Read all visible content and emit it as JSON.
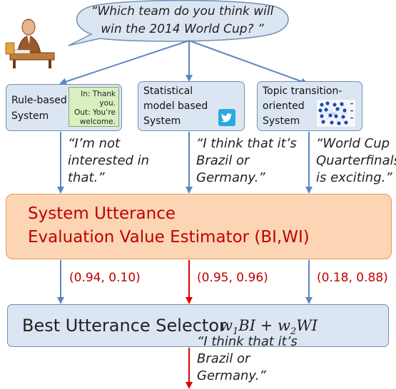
{
  "question": {
    "line1": "“Which team  do  you  think  will",
    "line2": "win the 2014 World Cup? ”"
  },
  "systems": [
    {
      "label_line1": "Rule-based",
      "label_line2": "System",
      "inout": [
        "In: Thank you.",
        "Out: You’re",
        "welcome."
      ],
      "utterance": [
        "“I’m not",
        "interested in",
        "that.”"
      ],
      "score": "(0.94, 0.10)"
    },
    {
      "label_line1": "Statistical",
      "label_line2": "model based",
      "label_line3": "System",
      "icon": "twitter-bird-icon",
      "utterance": [
        "“I think that it’s",
        "Brazil or",
        "Germany.”"
      ],
      "score": "(0.95, 0.96)"
    },
    {
      "label_line1": "Topic transition-",
      "label_line2": "oriented",
      "label_line3": "System",
      "icon": "topic-graph-icon",
      "utterance": [
        "“World Cup",
        "Quarterfinals",
        "is exciting.”"
      ],
      "score": "(0.18, 0.88)"
    }
  ],
  "estimator": {
    "line1": "System Utterance",
    "line2": "Evaluation Value Estimator (BI,WI)"
  },
  "selector": {
    "label": "Best Utterance Selector",
    "formula": {
      "w1": "w",
      "s1": "1",
      "t1": "BI + ",
      "w2": "w",
      "s2": "2",
      "t2": "WI"
    }
  },
  "final_utterance": [
    "“I think that it’s",
    "Brazil or",
    "Germany.”"
  ],
  "colors": {
    "box_fill": "#dce6f2",
    "estimator_fill": "#fcd5b4",
    "highlight_red": "#c00000",
    "arrow_blue": "#5b87c0"
  }
}
